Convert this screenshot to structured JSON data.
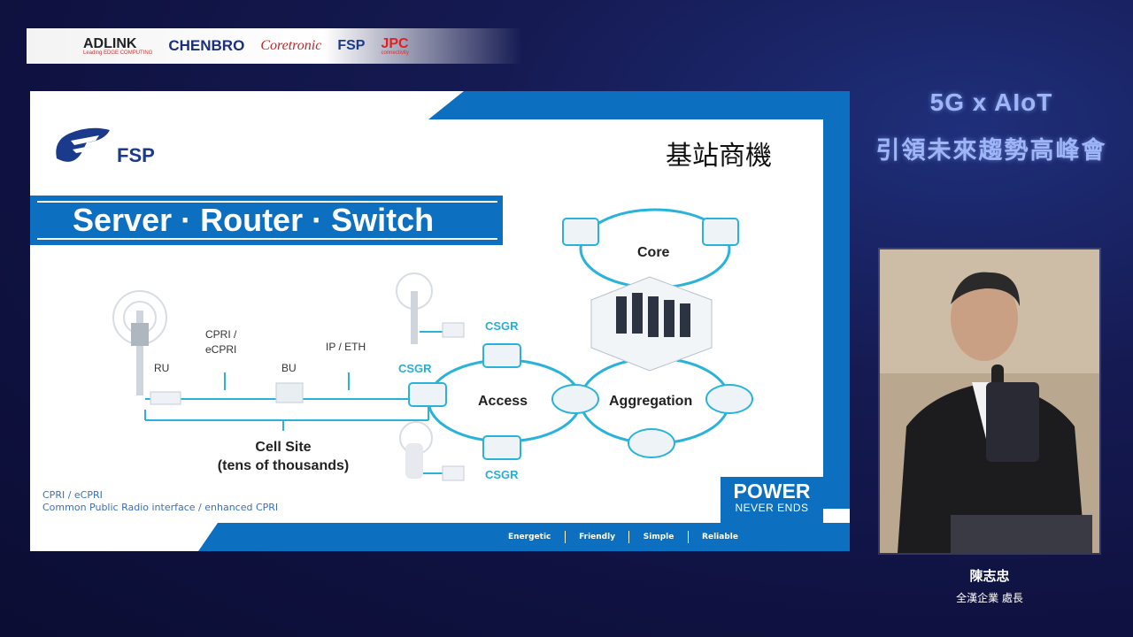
{
  "sponsors": {
    "adlink": "ADLINK",
    "adlink_tagline": "Leading EDGE COMPUTING",
    "chenbro": "CHENBRO",
    "coretronic": "Coretronic",
    "fsp": "FSP",
    "jpc": "JPC",
    "jpc_tagline": "connectivity"
  },
  "event": {
    "title_line1": "5G x AIoT",
    "title_line2": "引領未來趨勢高峰會"
  },
  "speaker": {
    "name": "陳志忠",
    "role": "全漢企業 處長"
  },
  "slide": {
    "logo_text": "FSP",
    "title": "基站商機",
    "banner": "Server · Router · Switch",
    "labels": {
      "ru": "RU",
      "cpri": "CPRI /",
      "ecpri": "eCPRI",
      "bu": "BU",
      "ipeth": "IP / ETH",
      "cell_site": "Cell Site",
      "cell_site_sub": "(tens of thousands)",
      "access": "Access",
      "aggregation": "Aggregation",
      "core": "Core",
      "csgr_top": "CSGR",
      "csgr_mid": "CSGR",
      "csgr_bottom": "CSGR"
    },
    "footnote_line1": "CPRI / eCPRI",
    "footnote_line2": "Common Public Radio interface / enhanced CPRI",
    "power_line1": "POWER",
    "power_line2": "NEVER ENDS",
    "slogans": [
      "Energetic",
      "Friendly",
      "Simple",
      "Reliable"
    ]
  },
  "colors": {
    "brand_blue": "#0d6fc0",
    "accent_cyan": "#2aaed8",
    "background": "#151a52"
  }
}
